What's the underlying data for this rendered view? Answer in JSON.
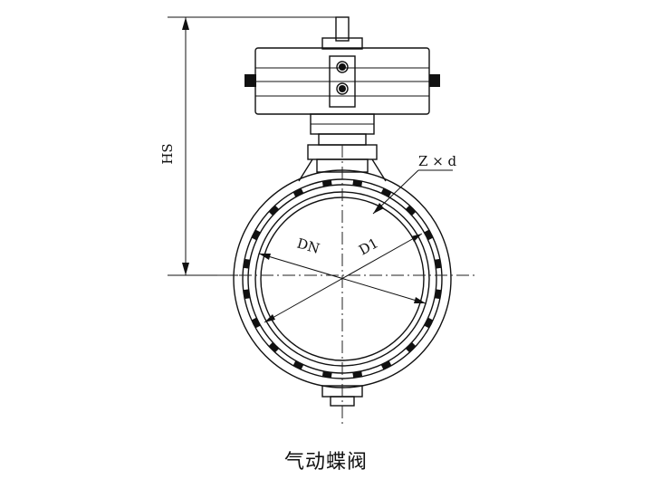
{
  "labels": {
    "height": "HS",
    "nominal_diameter": "DN",
    "bolt_circle": "D1",
    "bolt_holes": "Z × d"
  },
  "caption": "气动蝶阀"
}
